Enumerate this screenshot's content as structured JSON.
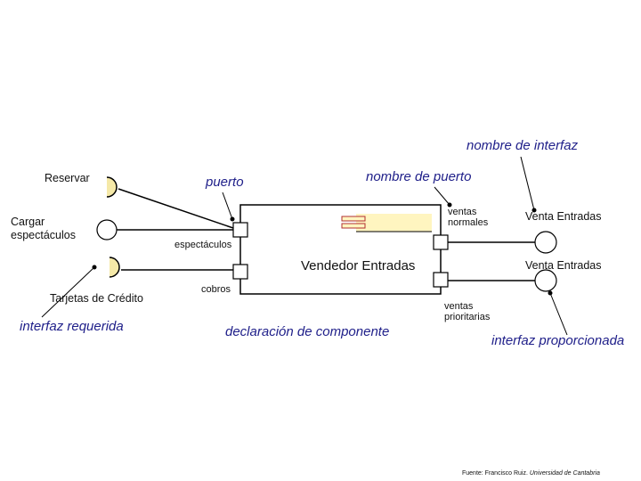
{
  "component": {
    "name": "Vendedor Entradas"
  },
  "ports": {
    "left_top": "espectáculos",
    "left_bottom": "cobros",
    "right_top": "ventas normales",
    "right_bottom": "ventas prioritarias"
  },
  "required_interfaces": [
    {
      "label": "Reservar"
    },
    {
      "label_line1": "Cargar",
      "label_line2": "espectáculos"
    },
    {
      "label": "Tarjetas de Crédito"
    }
  ],
  "provided_interfaces": [
    {
      "label": "Venta Entradas"
    },
    {
      "label": "Venta Entradas"
    }
  ],
  "annotations": {
    "interface_name": "nombre de interfaz",
    "port_name": "nombre de puerto",
    "port": "puerto",
    "required_interface": "interfaz requerida",
    "component_declaration": "declaración de componente",
    "provided_interface": "interfaz proporcionada"
  },
  "footer": {
    "prefix": "Fuente: Francisco Ruiz. ",
    "org": "Universidad de Cantabria"
  },
  "colors": {
    "socket_fill": "#f5e9a8",
    "annotation_text": "#20208a",
    "line": "#000000"
  }
}
